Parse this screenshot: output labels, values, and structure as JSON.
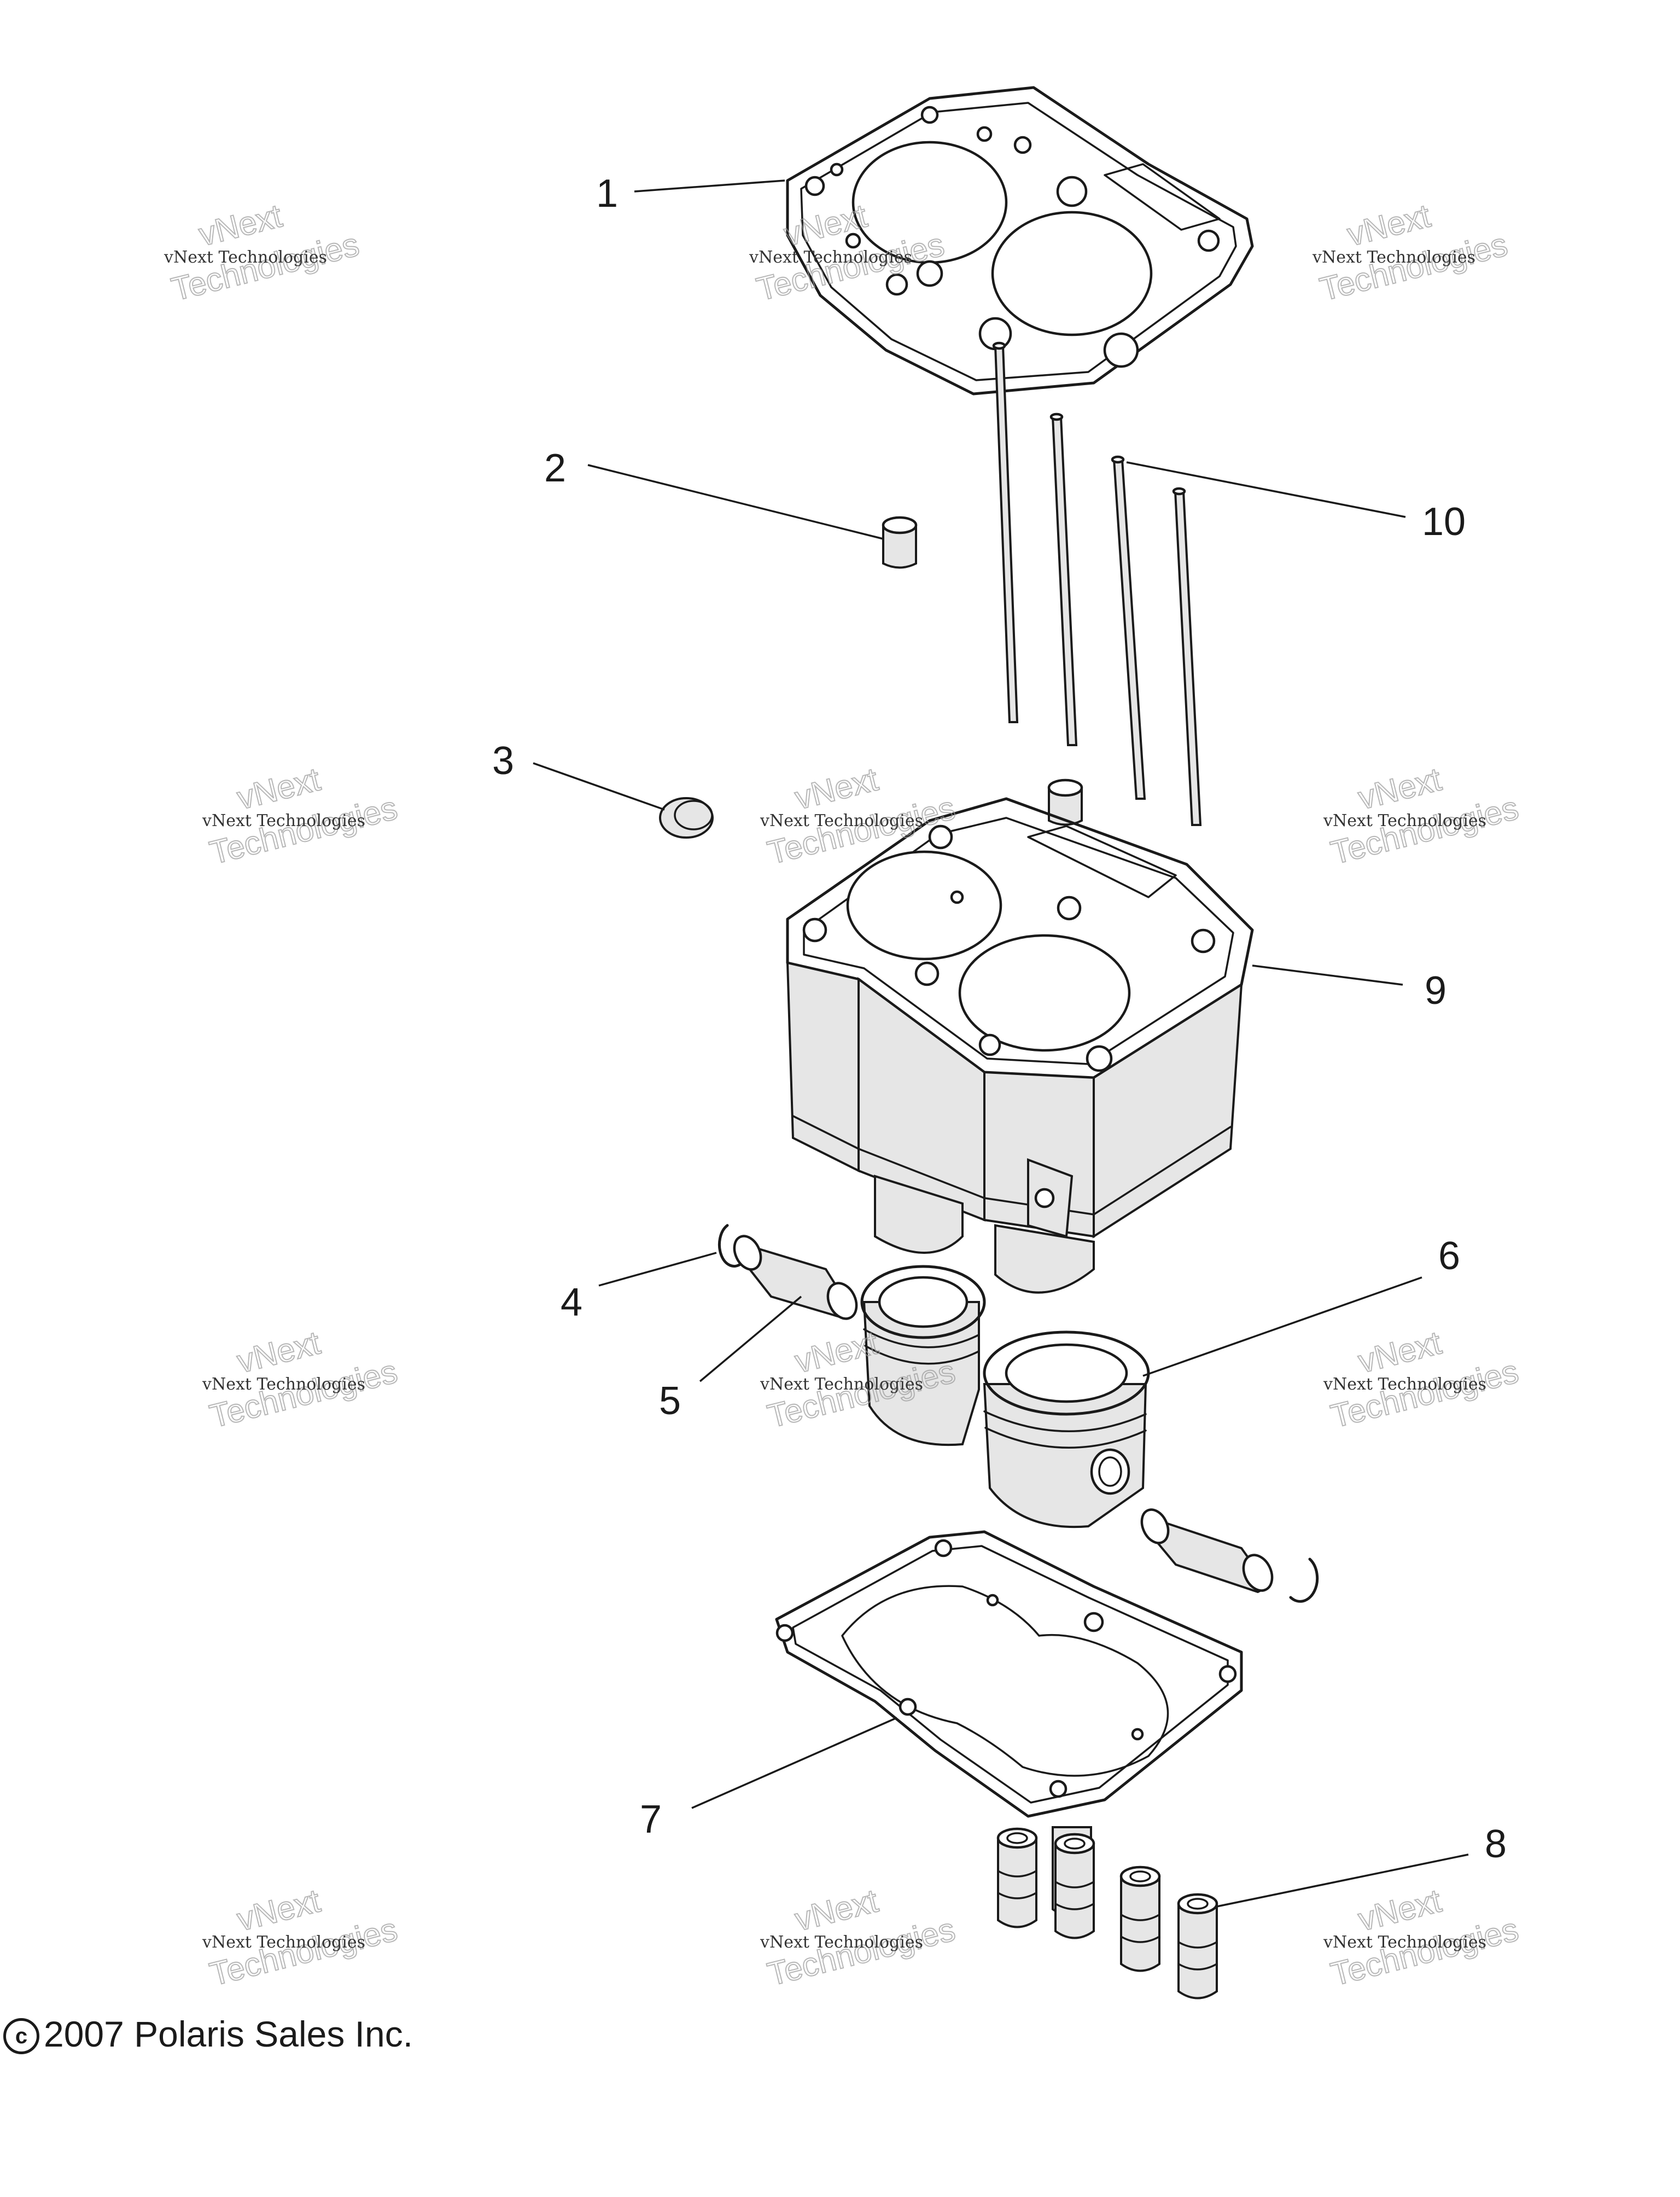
{
  "diagram": {
    "callouts": [
      {
        "id": "1",
        "label": "1"
      },
      {
        "id": "2",
        "label": "2"
      },
      {
        "id": "3",
        "label": "3"
      },
      {
        "id": "4",
        "label": "4"
      },
      {
        "id": "5",
        "label": "5"
      },
      {
        "id": "6",
        "label": "6"
      },
      {
        "id": "7",
        "label": "7"
      },
      {
        "id": "8",
        "label": "8"
      },
      {
        "id": "9",
        "label": "9"
      },
      {
        "id": "10",
        "label": "10"
      }
    ]
  },
  "watermark": {
    "line1": "vNext Technologies",
    "big_line1": "vNext",
    "big_line2": "Technologies"
  },
  "copyright": {
    "symbol": "c",
    "text": "2007 Polaris Sales Inc."
  }
}
